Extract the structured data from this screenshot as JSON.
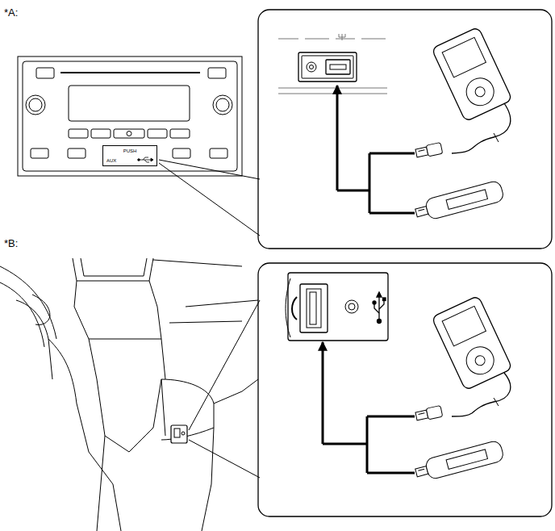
{
  "diagram": {
    "nodes": [
      {
        "text": [
          "PUSH",
          "AUX"
        ]
      }
    ],
    "labels": [
      "*A:",
      "*B:"
    ]
  }
}
